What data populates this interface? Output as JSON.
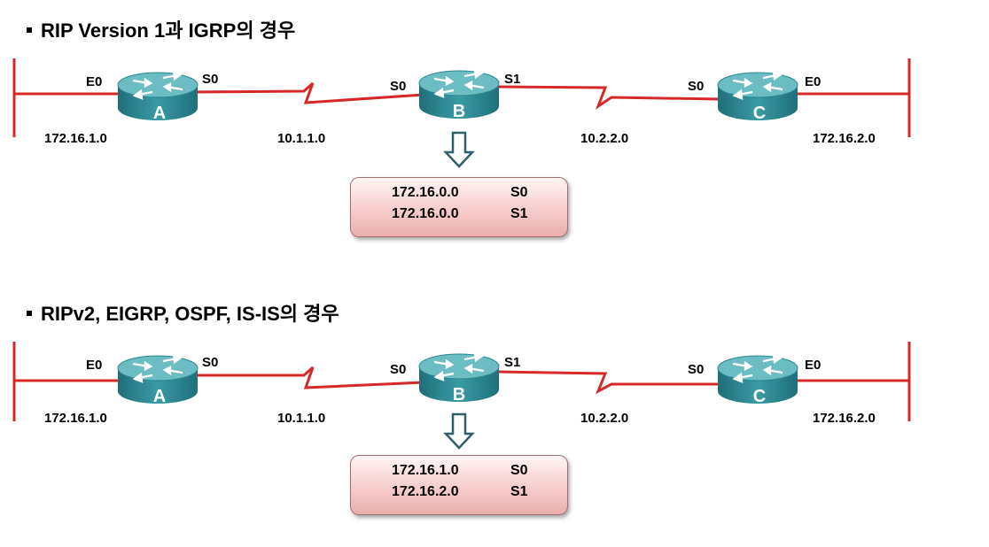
{
  "scenarios": [
    {
      "heading": "RIP  Version 1과 IGRP의 경우",
      "routers": [
        {
          "letter": "A",
          "left_iface": "E0",
          "right_iface": "S0"
        },
        {
          "letter": "B",
          "left_iface": "S0",
          "right_iface": "S1"
        },
        {
          "letter": "C",
          "left_iface": "S0",
          "right_iface": "E0"
        }
      ],
      "networks": [
        "172.16.1.0",
        "10.1.1.0",
        "10.2.2.0",
        "172.16.2.0"
      ],
      "routing_table": [
        {
          "network": "172.16.0.0",
          "interface": "S0"
        },
        {
          "network": "172.16.0.0",
          "interface": "S1"
        }
      ]
    },
    {
      "heading": "RIPv2, EIGRP, OSPF, IS-IS의 경우",
      "routers": [
        {
          "letter": "A",
          "left_iface": "E0",
          "right_iface": "S0"
        },
        {
          "letter": "B",
          "left_iface": "S0",
          "right_iface": "S1"
        },
        {
          "letter": "C",
          "left_iface": "S0",
          "right_iface": "E0"
        }
      ],
      "networks": [
        "172.16.1.0",
        "10.1.1.0",
        "10.2.2.0",
        "172.16.2.0"
      ],
      "routing_table": [
        {
          "network": "172.16.1.0",
          "interface": "S0"
        },
        {
          "network": "172.16.2.0",
          "interface": "S1"
        }
      ]
    }
  ],
  "colors": {
    "link": "#d62828",
    "router_top": "#5fb0b8",
    "router_body": "#2b8691",
    "arrow": "#2f5f6a",
    "table_fill": "#f6cccc"
  }
}
